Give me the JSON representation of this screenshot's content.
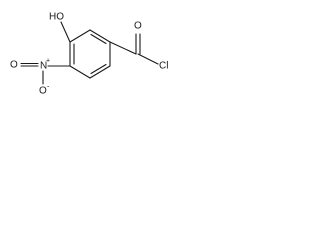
{
  "molecule": {
    "labels": {
      "hydroxyl": "HO",
      "nitro_n": "N",
      "nitro_o_left": "O",
      "nitro_o_bottom": "O",
      "carbonyl_o": "O",
      "chlorine": "Cl"
    },
    "charges": {
      "nitro_n_charge": "+",
      "nitro_o_charge": "-"
    }
  }
}
